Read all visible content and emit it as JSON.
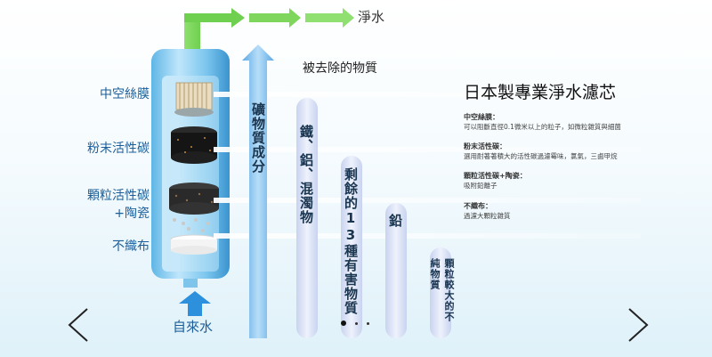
{
  "output_label": "淨水",
  "input_label": "自來水",
  "removed_title": "被去除的物質",
  "product_title": "日本製專業淨水濾芯",
  "layers": [
    "中空絲膜",
    "粉末活性碳",
    "顆粒活性碳\n+陶瓷",
    "不織布"
  ],
  "columns": [
    {
      "text": "礦物質成分"
    },
    {
      "text": "鐵、鋁、混濁物"
    },
    {
      "text": "剩餘的13種有害物質"
    },
    {
      "text": "鉛"
    },
    {
      "text": "顆粒較大的不純物質"
    }
  ],
  "annotations": [
    {
      "heading": "中空絲膜：",
      "desc": "可以阻斷直徑0.1微米以上的粒子，如微粒雜質與細菌"
    },
    {
      "heading": "粉末活性碳：",
      "desc": "選用耐著著積大的活性碳過濾霉味，氯氣，三鹵甲烷"
    },
    {
      "heading": "顆粒活性碳+陶瓷：",
      "desc": "吸附鉛離子"
    },
    {
      "heading": "不織布：",
      "desc": "過濾大顆粒雜質"
    }
  ],
  "colors": {
    "accent_blue": "#2d7fd1",
    "green_arrow": "#6fcf4f",
    "label_blue": "#1b5e9a"
  }
}
